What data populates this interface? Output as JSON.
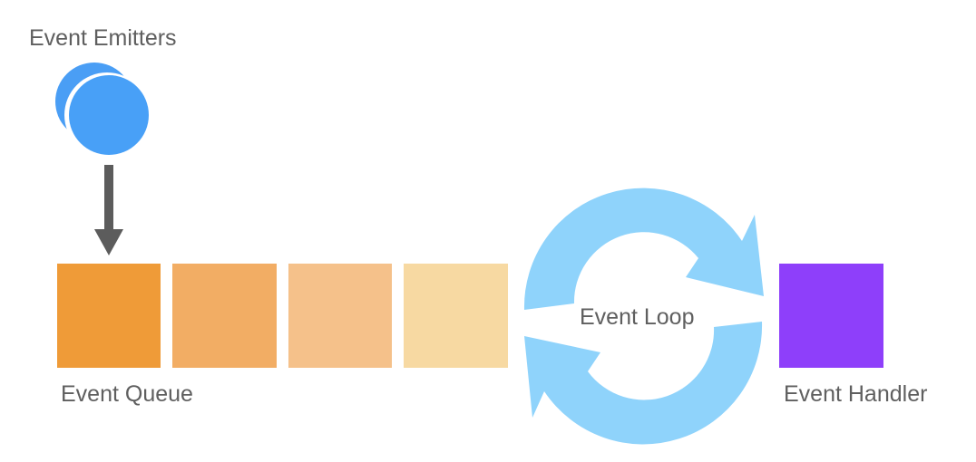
{
  "labels": {
    "emitters": "Event Emitters",
    "queue": "Event Queue",
    "loop": "Event Loop",
    "handler": "Event Handler"
  },
  "colors": {
    "emitter_back": "#4a9ef5",
    "emitter_front": "#48a0f7",
    "arrow": "#5c5c5c",
    "queue": [
      "#ef9b38",
      "#f2ad64",
      "#f5c18a",
      "#f7d9a2"
    ],
    "loop": "#8fd3fb",
    "handler": "#8e3ffa",
    "text": "#5f5f5f"
  },
  "queue_item_count": 4
}
